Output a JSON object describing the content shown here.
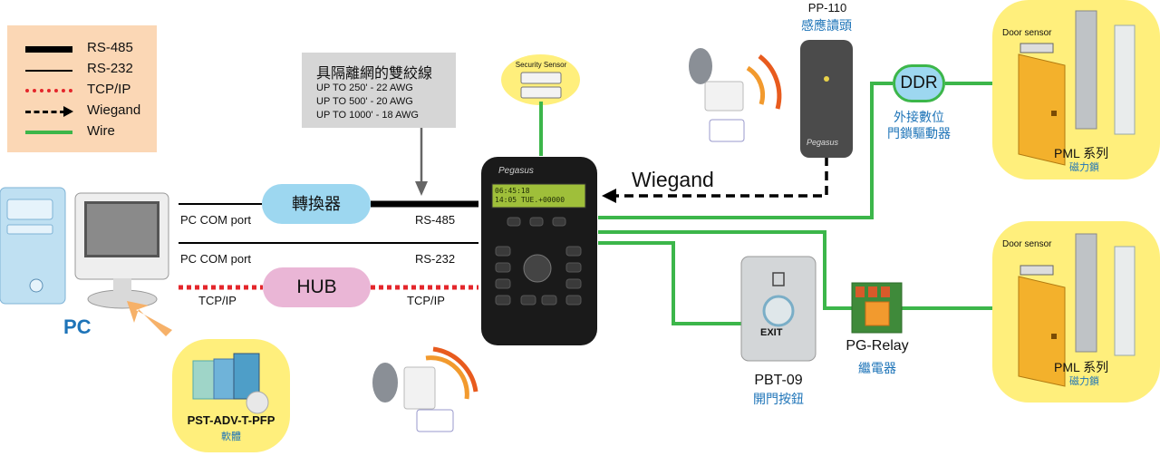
{
  "legend": {
    "items": [
      {
        "label": "RS-485",
        "style": "thick-black"
      },
      {
        "label": "RS-232",
        "style": "thin-black"
      },
      {
        "label": "TCP/IP",
        "style": "dotted-red"
      },
      {
        "label": "Wiegand",
        "style": "dashed-arrow"
      },
      {
        "label": "Wire",
        "style": "green"
      }
    ]
  },
  "note": {
    "title": "具隔離網的雙絞線",
    "lines": [
      "UP TO 250' - 22 AWG",
      "UP TO 500' - 20 AWG",
      "UP TO 1000' - 18 AWG"
    ]
  },
  "pc": {
    "label": "PC"
  },
  "converter": {
    "label": "轉換器"
  },
  "hub": {
    "label": "HUB"
  },
  "links": {
    "pc_com_port_1": "PC COM port",
    "rs485": "RS-485",
    "pc_com_port_2": "PC COM port",
    "rs232": "RS-232",
    "tcpip_left": "TCP/IP",
    "tcpip_right": "TCP/IP",
    "wiegand": "Wiegand"
  },
  "software": {
    "name": "PST-ADV-T-PFP",
    "sub": "軟體"
  },
  "security_sensor": {
    "label": "Security Sensor"
  },
  "controller": {
    "brand": "Pegasus",
    "lcd_line1": "06:45:18",
    "lcd_line2": "14:05 TUE.+00000"
  },
  "reader": {
    "model": "PP-110",
    "desc": "感應讀頭",
    "brand": "Pegasus"
  },
  "ddr": {
    "label": "DDR",
    "desc_line1": "外接數位",
    "desc_line2": "門鎖驅動器"
  },
  "lock_top": {
    "door_sensor": "Door sensor",
    "series": "PML 系列",
    "sub": "磁力鎖"
  },
  "lock_bottom": {
    "door_sensor": "Door sensor",
    "series": "PML 系列",
    "sub": "磁力鎖"
  },
  "exit_button": {
    "model": "PBT-09",
    "desc": "開門按鈕",
    "face": "EXIT"
  },
  "relay": {
    "model": "PG-Relay",
    "desc": "繼電器"
  },
  "colors": {
    "wire": "#3cb64a",
    "tcpip": "#e4262b",
    "accent_blue": "#1e74b8",
    "yellow": "#ffef7c",
    "legend_bg": "#fbd7b5"
  }
}
